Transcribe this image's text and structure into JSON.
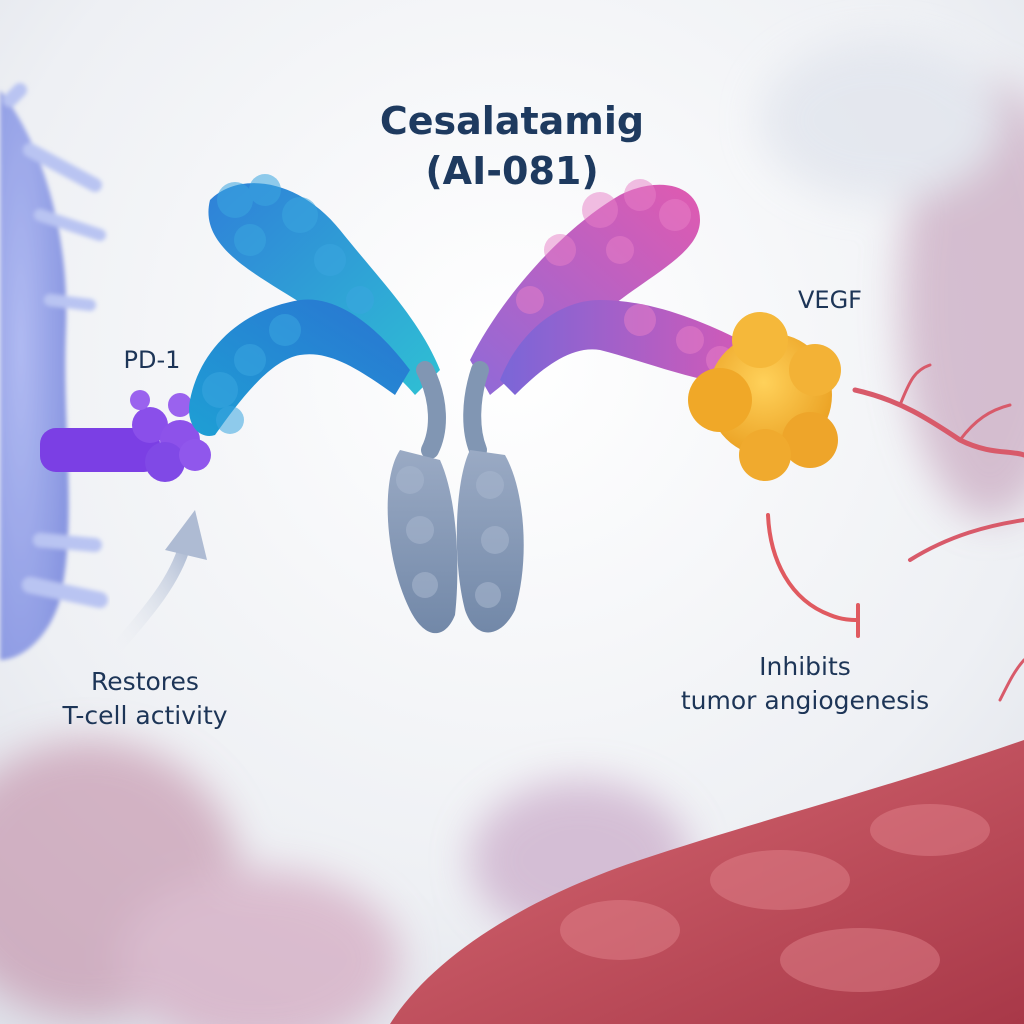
{
  "title": {
    "line1": "Cesalatamig",
    "line2": "(AI-081)"
  },
  "labels": {
    "pd1": "PD-1",
    "vegf": "VEGF",
    "restores": [
      "Restores",
      "T-cell activity"
    ],
    "inhibits": [
      "Inhibits",
      "tumor angiogenesis"
    ]
  },
  "colors": {
    "background": "#eef0f4",
    "text": "#1d3557",
    "pd1_receptor": "#7b3fe4",
    "fab_left": "#2d8fd6",
    "fab_left_light": "#2fb8d8",
    "fab_right": "#d65ab8",
    "fab_right_dark": "#9b62d8",
    "fc_region": "#8196b3",
    "vegf": "#f2b030",
    "vessel": "#c8505c",
    "inhibit_arrow": "#e05a60",
    "restore_arrow": "#aebbd3"
  }
}
